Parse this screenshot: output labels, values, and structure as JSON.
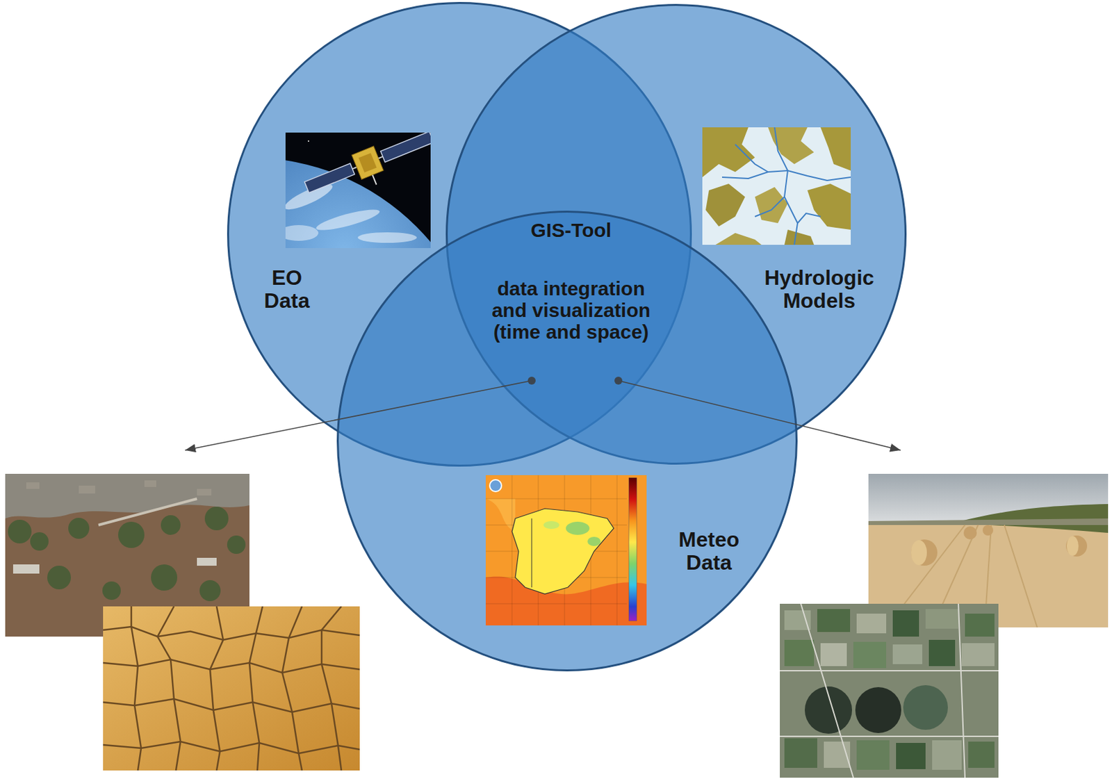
{
  "diagram": {
    "nodes": [
      {
        "text": [
          "EO Data"
        ]
      },
      {
        "text": [
          "Hydrologic Models"
        ]
      },
      {
        "text": [
          "Meteo Data"
        ]
      }
    ],
    "labels": [
      "GIS-Tool",
      "data integration and visualization (time and space)"
    ]
  }
}
